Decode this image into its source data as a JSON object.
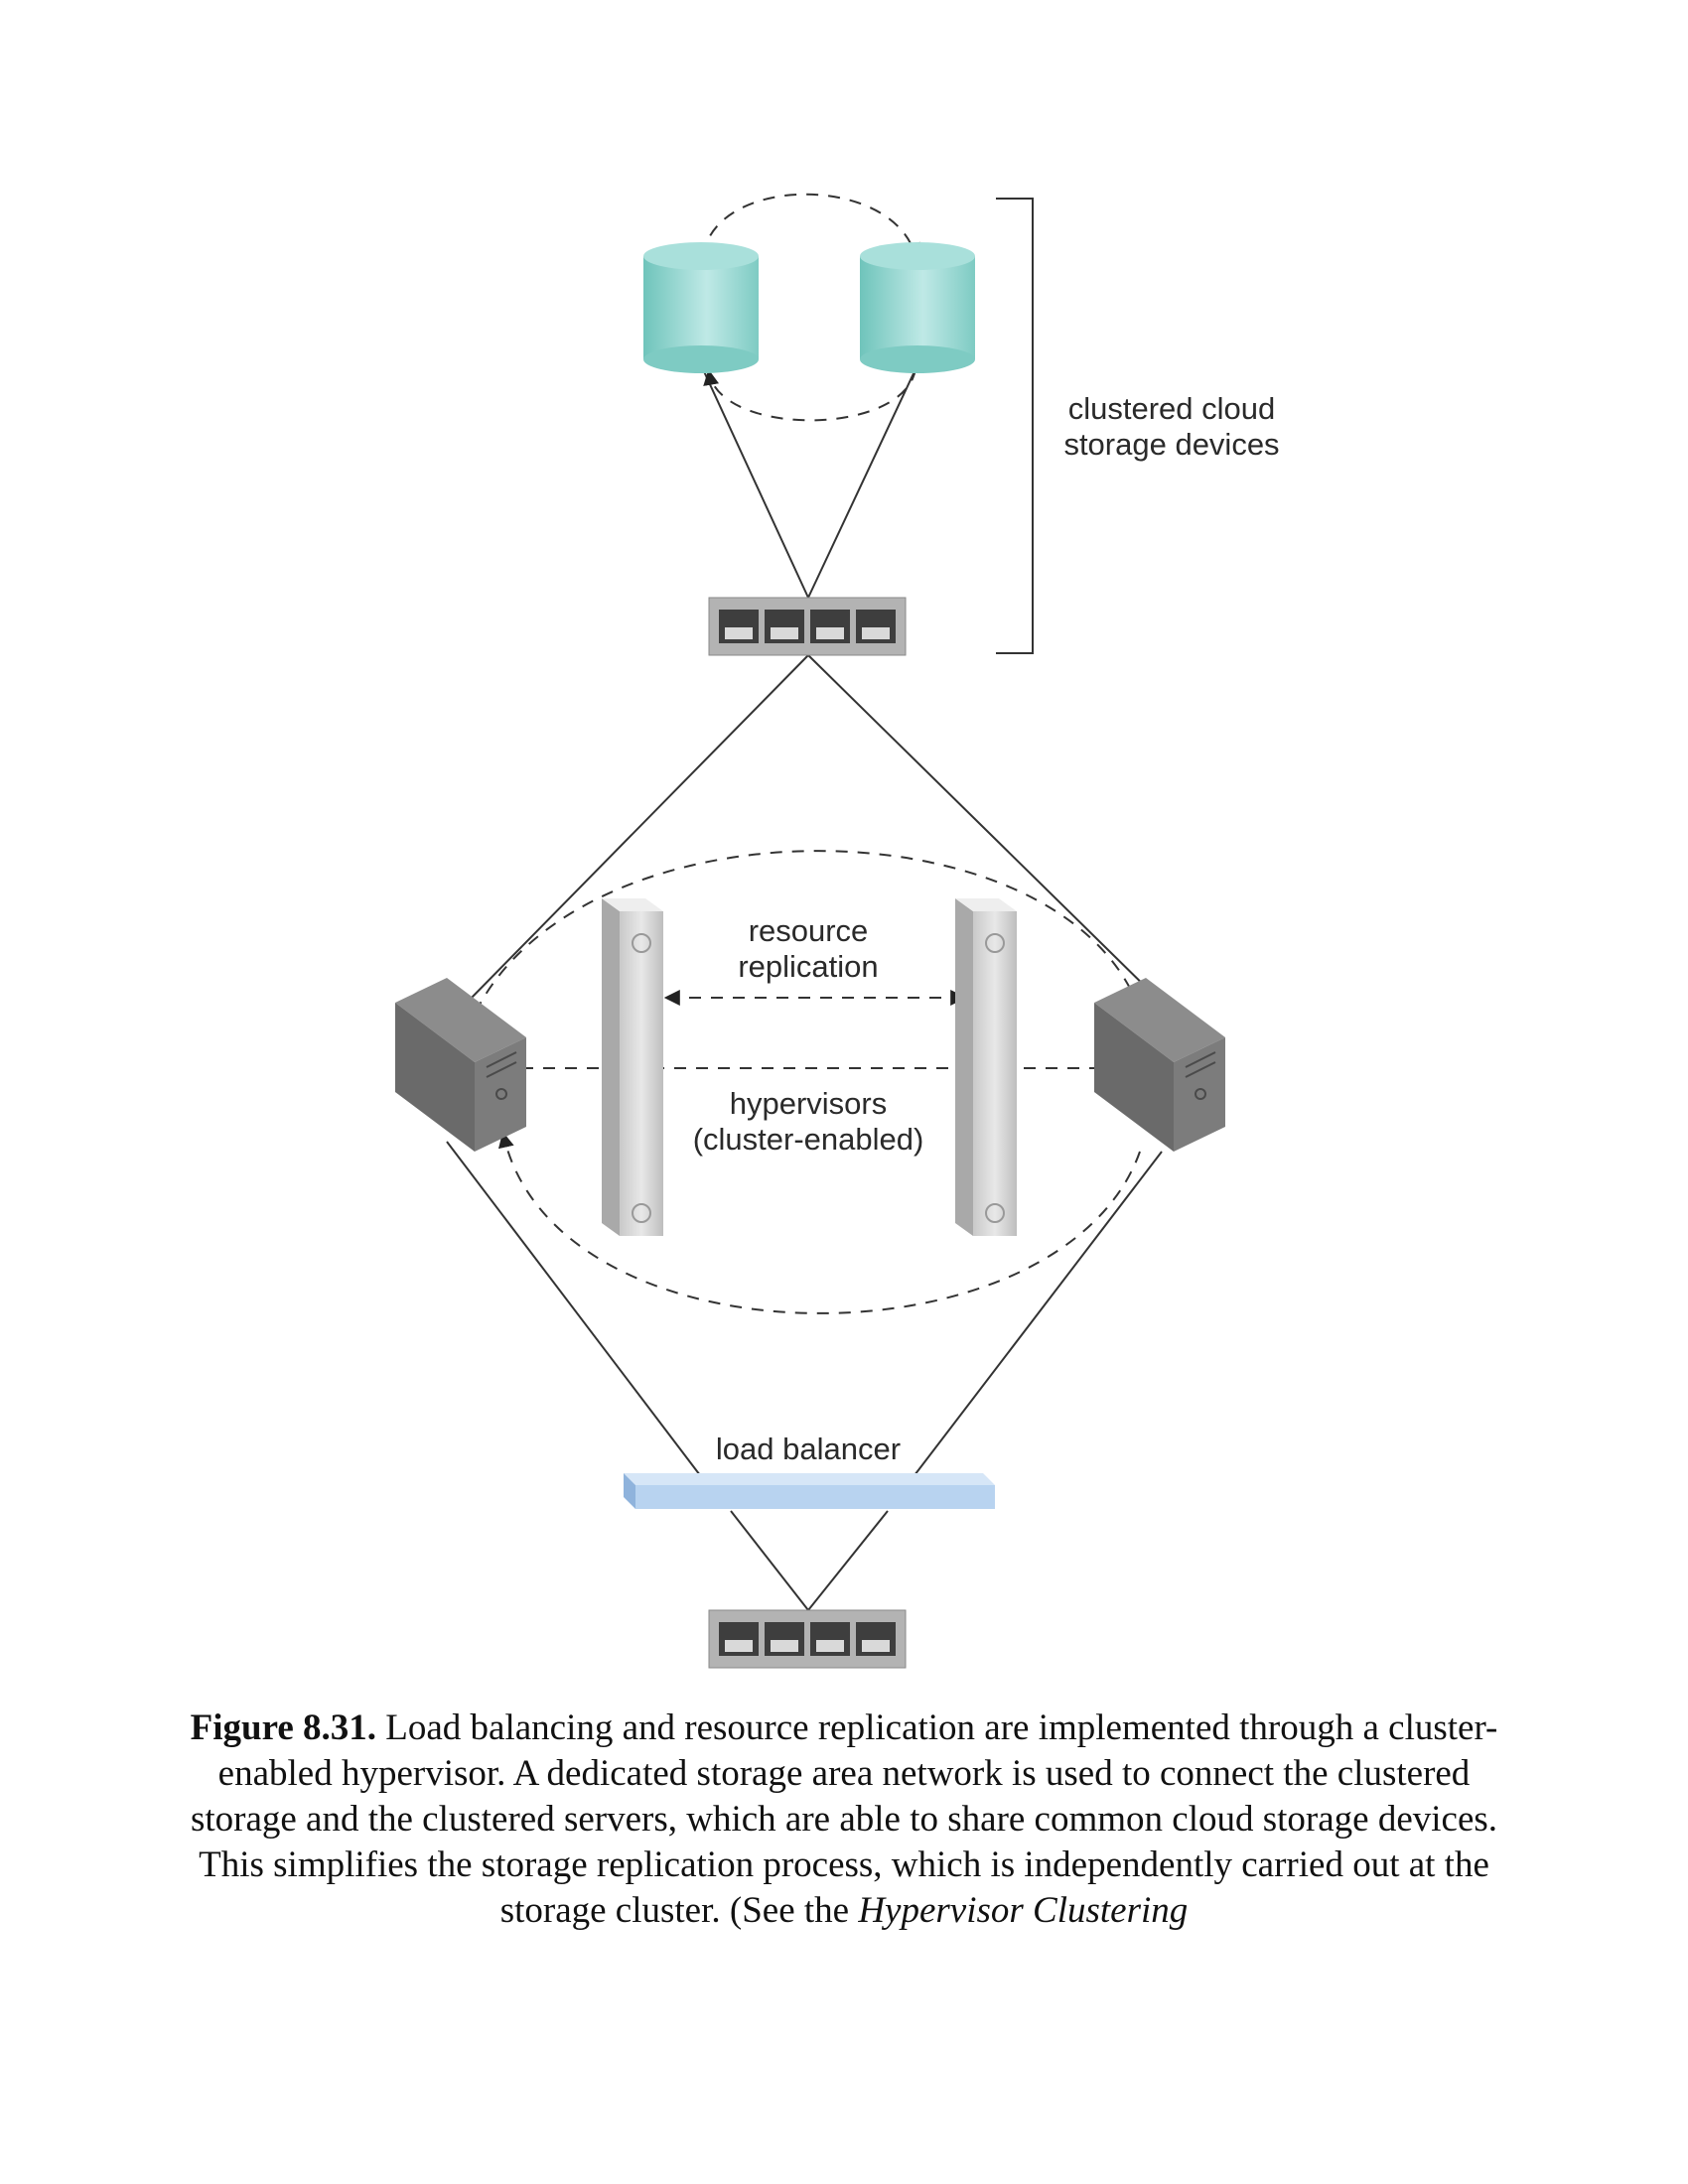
{
  "labels": {
    "storage": [
      "clustered cloud",
      "storage devices"
    ],
    "replication": [
      "resource",
      "replication"
    ],
    "hypervisors": [
      "hypervisors",
      "(cluster-enabled)"
    ],
    "load_balancer": "load balancer"
  },
  "caption": {
    "prefix": "Figure 8.31.",
    "body": " Load balancing and resource replication are implemented through a cluster-enabled hypervisor. A dedicated storage area network is used to connect the clustered storage and the clustered servers, which are able to share common cloud storage devices. This simplifies the storage replication process, which is independently carried out at the storage cluster. (See the ",
    "italic": "Hypervisor Clustering"
  },
  "colors": {
    "storage": "#8fd3cc",
    "server": "#6f6f6f",
    "hypervisor": "#d4d4d4",
    "load_balancer": "#b8d3f0"
  }
}
